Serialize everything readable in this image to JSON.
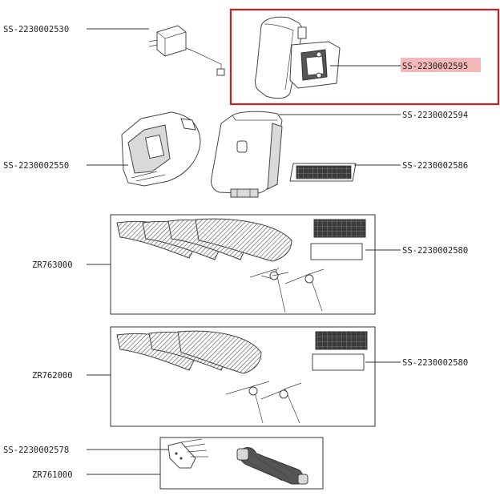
{
  "highlight_color": "#cc1f1f",
  "highlight_fill": "#f4b8b8",
  "line_color": "#333333",
  "labels": {
    "charger": "SS-2230002530",
    "dust_bin_handle": "SS-2230002595",
    "water_tank": "SS-2230002594",
    "mop_plate": "SS-2230002550",
    "filter": "SS-2230002586",
    "kit1_filter": "SS-2230002580",
    "kit1": "ZR763000",
    "kit2": "ZR762000",
    "kit2_filter": "SS-2230002580",
    "cleaning_tool": "SS-2230002578",
    "brush_kit": "ZR761000"
  }
}
